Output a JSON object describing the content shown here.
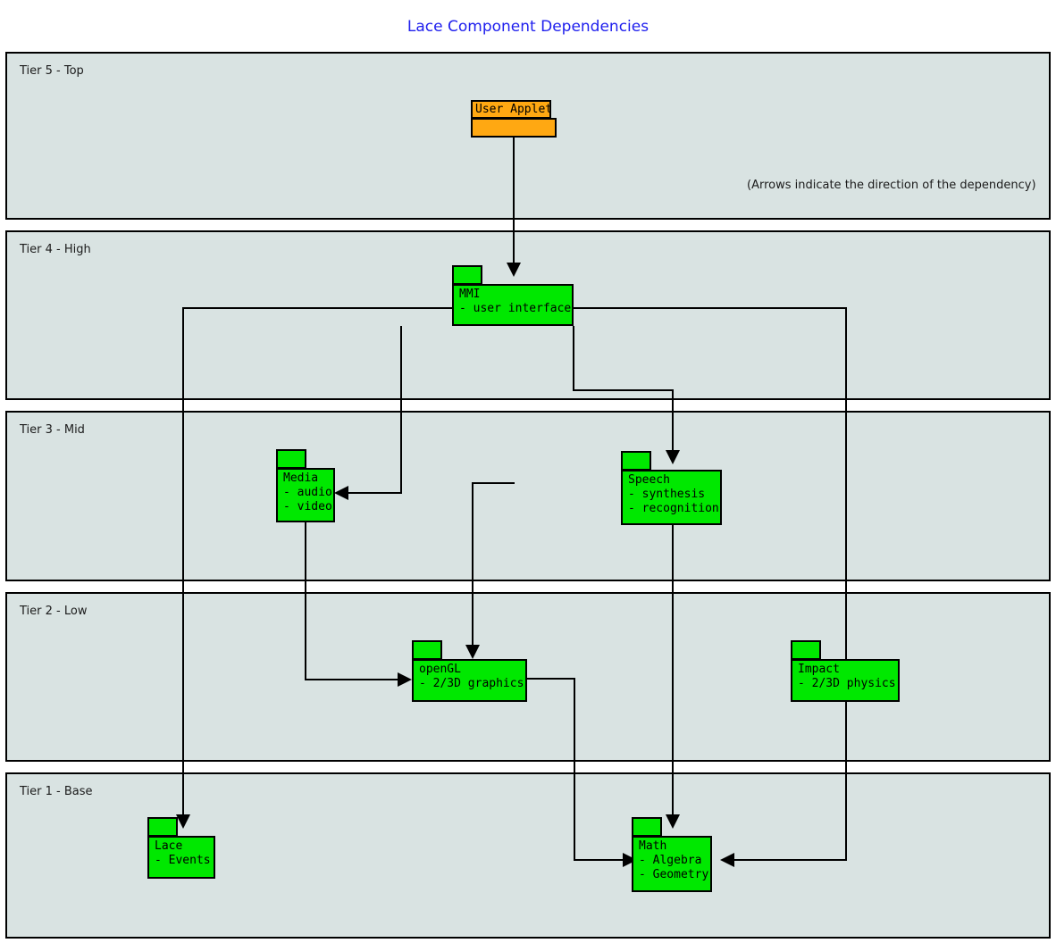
{
  "title": "Lace Component Dependencies",
  "note": "(Arrows indicate the direction of the dependency)",
  "colors": {
    "title": "#2020ee",
    "tier_fill": "#d9e3e2",
    "package_green": "#00e800",
    "package_orange": "#ffa812",
    "stroke": "#000000"
  },
  "tiers": [
    {
      "id": "tier5",
      "label": "Tier 5 - Top"
    },
    {
      "id": "tier4",
      "label": "Tier 4 - High"
    },
    {
      "id": "tier3",
      "label": "Tier 3 - Mid"
    },
    {
      "id": "tier2",
      "label": "Tier 2 - Low"
    },
    {
      "id": "tier1",
      "label": "Tier 1 - Base"
    }
  ],
  "packages": [
    {
      "id": "user-applet",
      "name": "User Applet",
      "lines": "",
      "tier": "Tier 5 - Top",
      "color": "#ffa812"
    },
    {
      "id": "mmi",
      "name": "MMI",
      "lines": "MMI\n- user interface",
      "tier": "Tier 4 - High",
      "color": "#00e800"
    },
    {
      "id": "media",
      "name": "Media",
      "lines": "Media\n- audio\n- video",
      "tier": "Tier 3 - Mid",
      "color": "#00e800"
    },
    {
      "id": "speech",
      "name": "Speech",
      "lines": "Speech\n- synthesis\n- recognition",
      "tier": "Tier 3 - Mid",
      "color": "#00e800"
    },
    {
      "id": "opengl",
      "name": "openGL",
      "lines": "openGL\n- 2/3D graphics",
      "tier": "Tier 2 - Low",
      "color": "#00e800"
    },
    {
      "id": "impact",
      "name": "Impact",
      "lines": "Impact\n- 2/3D physics",
      "tier": "Tier 2 - Low",
      "color": "#00e800"
    },
    {
      "id": "lace",
      "name": "Lace",
      "lines": "Lace\n- Events",
      "tier": "Tier 1 - Base",
      "color": "#00e800"
    },
    {
      "id": "math",
      "name": "Math",
      "lines": "Math\n- Algebra\n- Geometry",
      "tier": "Tier 1 - Base",
      "color": "#00e800"
    }
  ],
  "dependencies": [
    {
      "from": "User Applet",
      "to": "MMI"
    },
    {
      "from": "MMI",
      "to": "Lace"
    },
    {
      "from": "MMI",
      "to": "Media"
    },
    {
      "from": "MMI",
      "to": "openGL"
    },
    {
      "from": "MMI",
      "to": "Speech"
    },
    {
      "from": "MMI",
      "to": "Math"
    },
    {
      "from": "Media",
      "to": "openGL"
    },
    {
      "from": "Speech",
      "to": "Math"
    },
    {
      "from": "openGL",
      "to": "Math"
    },
    {
      "from": "Impact",
      "to": "Math"
    }
  ]
}
